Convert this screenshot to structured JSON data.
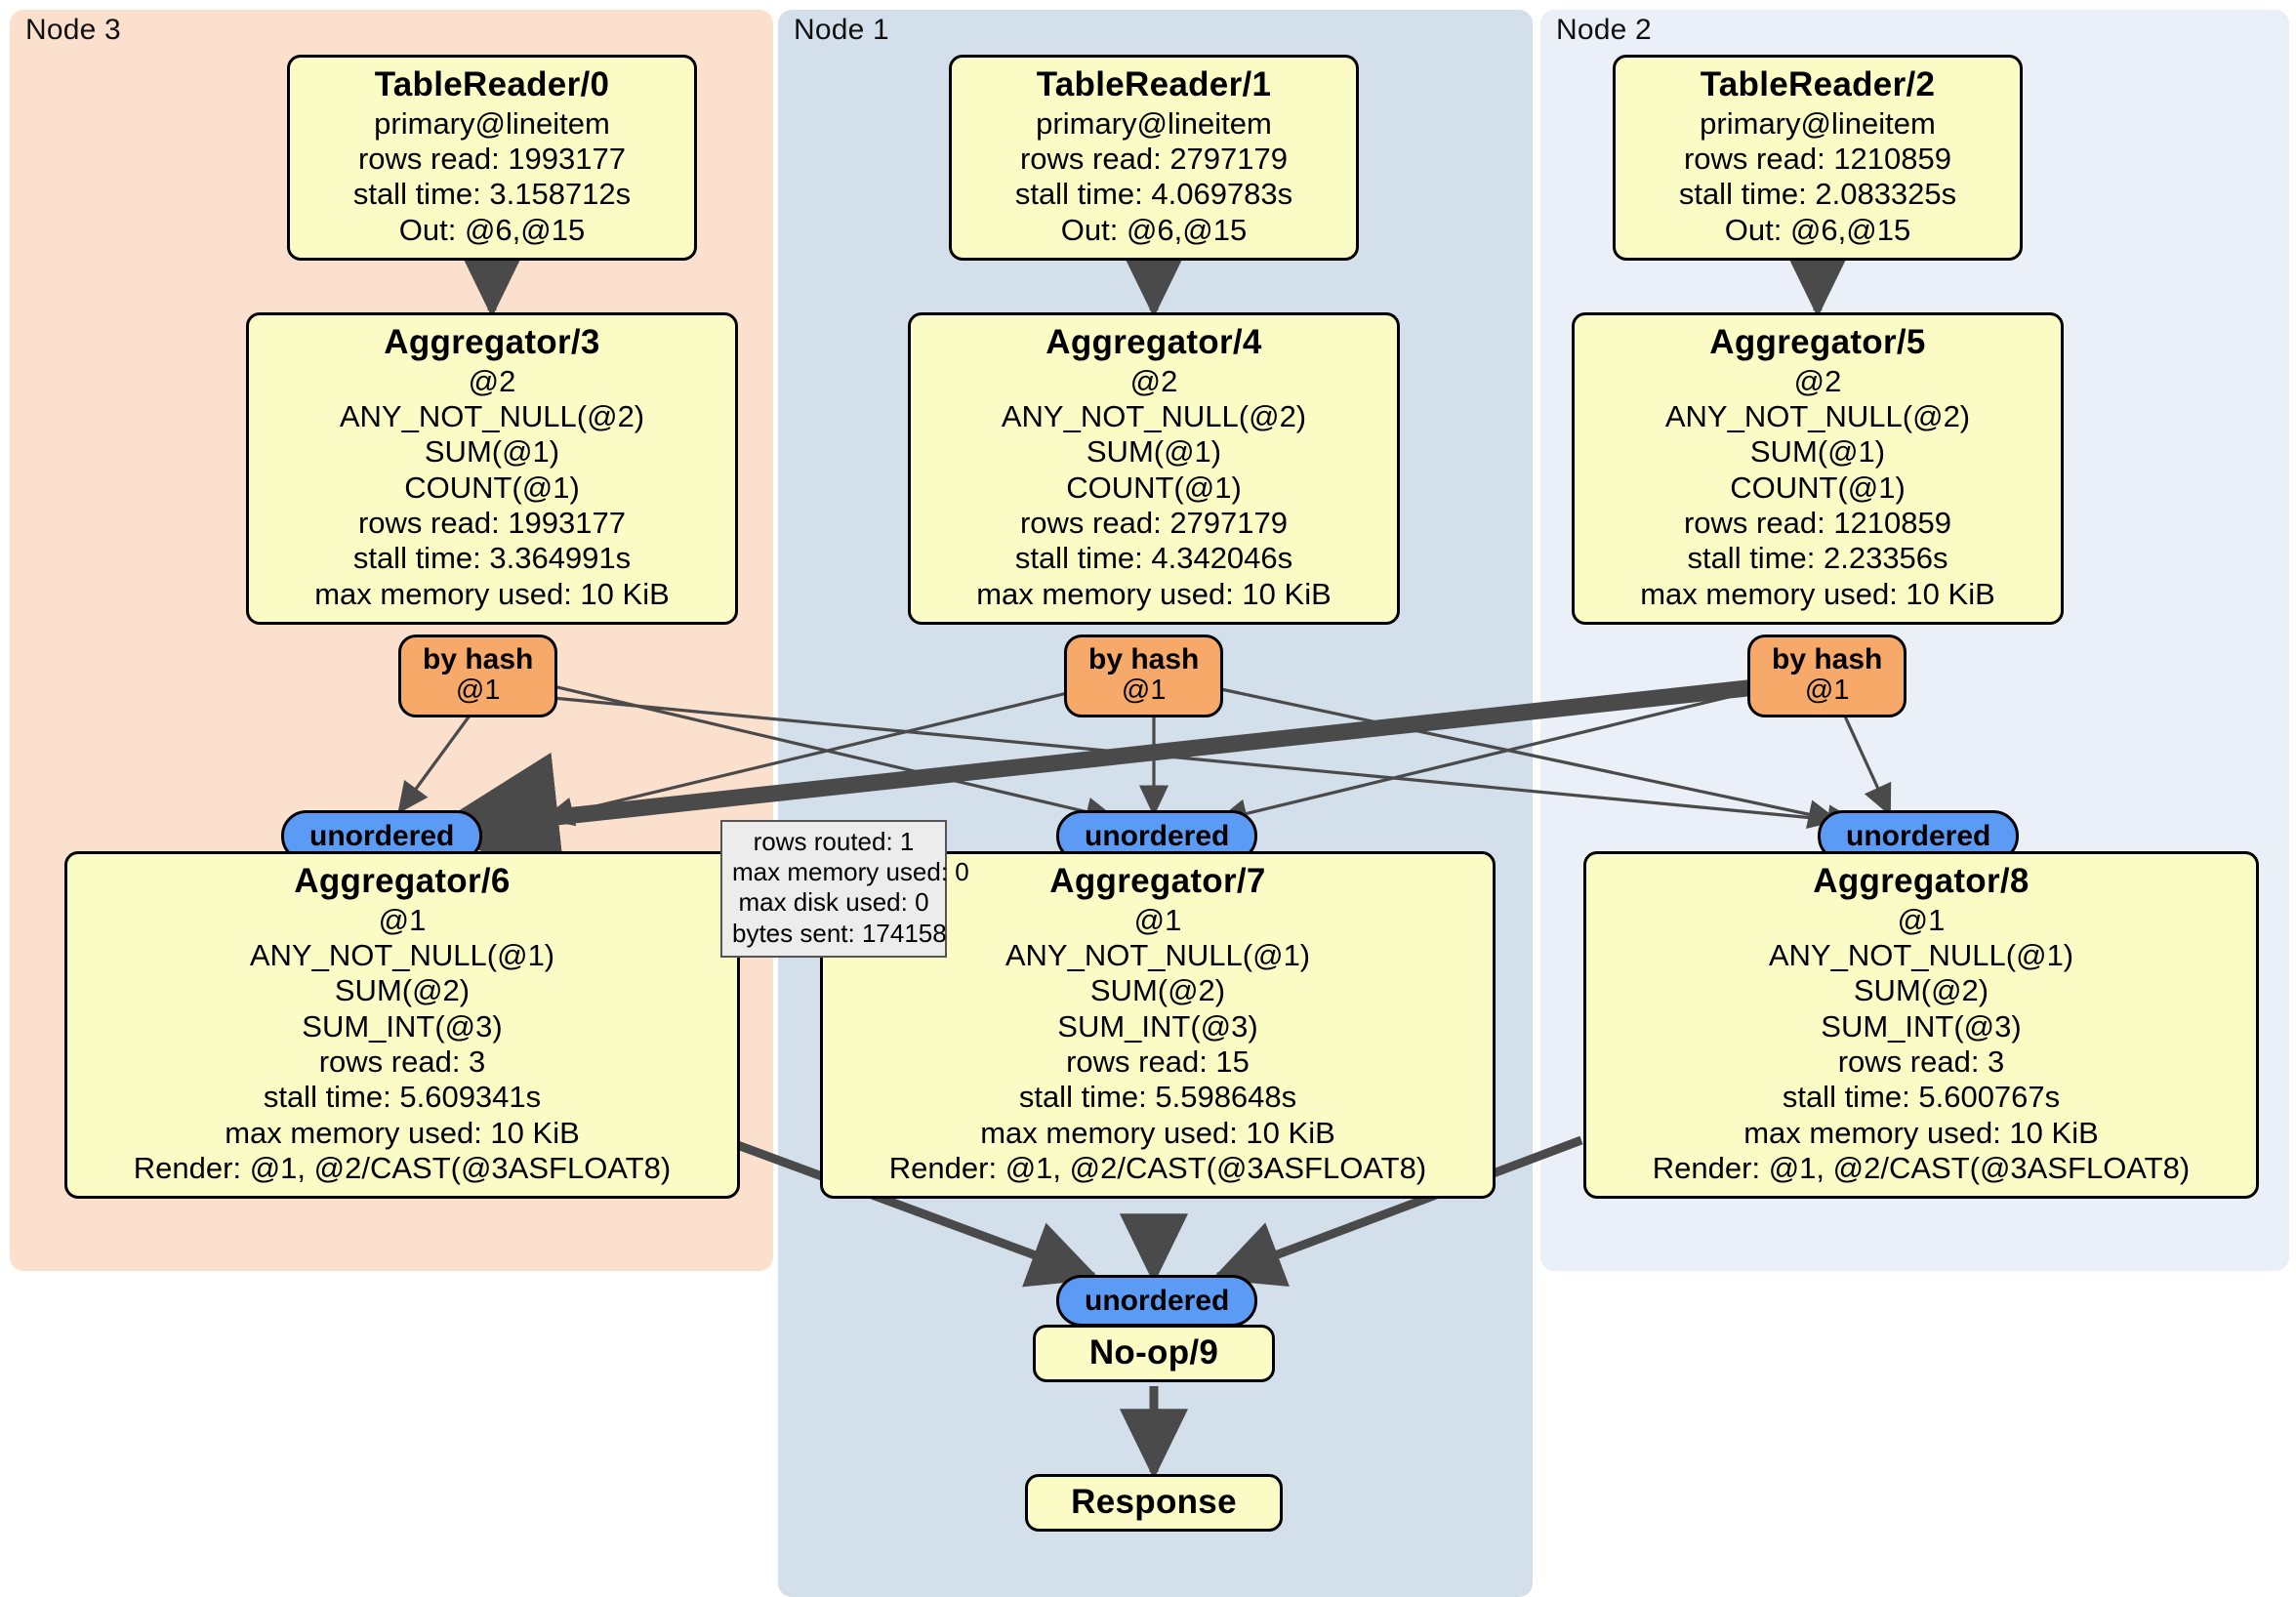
{
  "diagram": {
    "type": "distributed-query-plan",
    "colors": {
      "node3_panel": "#fbe0cd",
      "node1_panel": "#d3e0ec",
      "node2_panel": "#eaeff8",
      "operator_fill": "#fbfbc5",
      "router_hash_fill": "#f7a96a",
      "synchronizer_fill": "#5b9bf5",
      "stats_fill": "#ececec",
      "edge_stroke": "#4a4a4a",
      "box_stroke": "#000000"
    }
  },
  "clusters": [
    {
      "id": "node3",
      "label": "Node 3"
    },
    {
      "id": "node1",
      "label": "Node 1"
    },
    {
      "id": "node2",
      "label": "Node 2"
    }
  ],
  "operators": {
    "tablereader_0": {
      "title": "TableReader/0",
      "lines": [
        "primary@lineitem",
        "rows read: 1993177",
        "stall time: 3.158712s",
        "Out: @6,@15"
      ]
    },
    "tablereader_1": {
      "title": "TableReader/1",
      "lines": [
        "primary@lineitem",
        "rows read: 2797179",
        "stall time: 4.069783s",
        "Out: @6,@15"
      ]
    },
    "tablereader_2": {
      "title": "TableReader/2",
      "lines": [
        "primary@lineitem",
        "rows read: 1210859",
        "stall time: 2.083325s",
        "Out: @6,@15"
      ]
    },
    "aggregator_3": {
      "title": "Aggregator/3",
      "lines": [
        "@2",
        "ANY_NOT_NULL(@2)",
        "SUM(@1)",
        "COUNT(@1)",
        "rows read: 1993177",
        "stall time: 3.364991s",
        "max memory used: 10 KiB"
      ]
    },
    "aggregator_4": {
      "title": "Aggregator/4",
      "lines": [
        "@2",
        "ANY_NOT_NULL(@2)",
        "SUM(@1)",
        "COUNT(@1)",
        "rows read: 2797179",
        "stall time: 4.342046s",
        "max memory used: 10 KiB"
      ]
    },
    "aggregator_5": {
      "title": "Aggregator/5",
      "lines": [
        "@2",
        "ANY_NOT_NULL(@2)",
        "SUM(@1)",
        "COUNT(@1)",
        "rows read: 1210859",
        "stall time: 2.23356s",
        "max memory used: 10 KiB"
      ]
    },
    "aggregator_6": {
      "title": "Aggregator/6",
      "lines": [
        "@1",
        "ANY_NOT_NULL(@1)",
        "SUM(@2)",
        "SUM_INT(@3)",
        "rows read: 3",
        "stall time: 5.609341s",
        "max memory used: 10 KiB",
        "Render: @1, @2/CAST(@3ASFLOAT8)"
      ]
    },
    "aggregator_7": {
      "title": "Aggregator/7",
      "lines": [
        "@1",
        "ANY_NOT_NULL(@1)",
        "SUM(@2)",
        "SUM_INT(@3)",
        "rows read: 15",
        "stall time: 5.598648s",
        "max memory used: 10 KiB",
        "Render: @1, @2/CAST(@3ASFLOAT8)"
      ]
    },
    "aggregator_8": {
      "title": "Aggregator/8",
      "lines": [
        "@1",
        "ANY_NOT_NULL(@1)",
        "SUM(@2)",
        "SUM_INT(@3)",
        "rows read: 3",
        "stall time: 5.600767s",
        "max memory used: 10 KiB",
        "Render: @1, @2/CAST(@3ASFLOAT8)"
      ]
    },
    "noop_9": {
      "title": "No-op/9",
      "lines": []
    },
    "response": {
      "title": "Response",
      "lines": []
    }
  },
  "routers": [
    {
      "id": "hash_3",
      "type": "by hash",
      "column": "@1"
    },
    {
      "id": "hash_4",
      "type": "by hash",
      "column": "@1"
    },
    {
      "id": "hash_5",
      "type": "by hash",
      "column": "@1"
    }
  ],
  "synchronizers": [
    {
      "id": "unordered_6",
      "label": "unordered"
    },
    {
      "id": "unordered_7",
      "label": "unordered"
    },
    {
      "id": "unordered_8",
      "label": "unordered"
    },
    {
      "id": "unordered_9",
      "label": "unordered"
    }
  ],
  "stats_tooltip": {
    "lines": [
      "rows routed: 1",
      "max memory used: 0",
      "max disk used: 0",
      "bytes sent: 174158"
    ]
  }
}
